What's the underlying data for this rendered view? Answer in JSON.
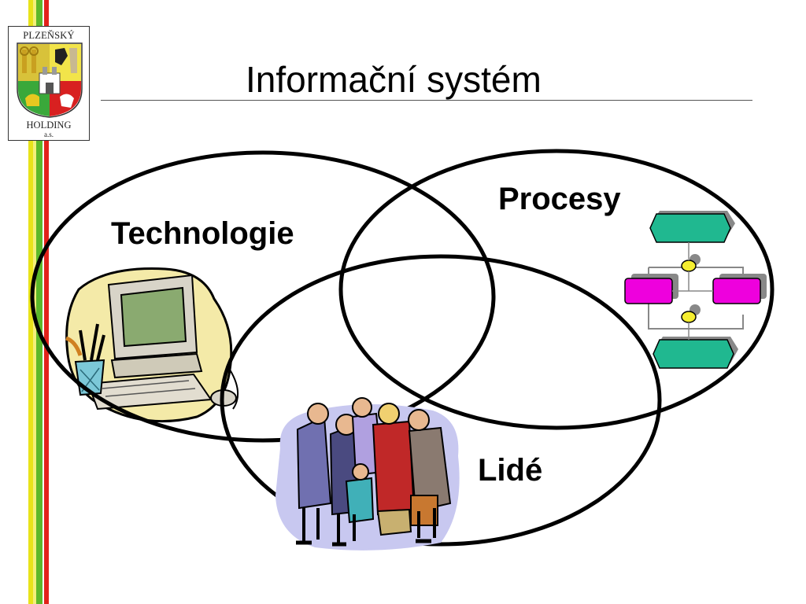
{
  "slide": {
    "title": "Informační systém"
  },
  "logo": {
    "top_text": "PLZEŇSKÝ",
    "bottom_text": "HOLDING",
    "sub_text": "a.s."
  },
  "diagram": {
    "sets": [
      {
        "label": "Technologie"
      },
      {
        "label": "Procesy"
      },
      {
        "label": "Lidé"
      }
    ]
  },
  "colors": {
    "stripe_yellow": "#e8e31a",
    "stripe_green": "#5cb82a",
    "stripe_red": "#e2221a",
    "process_box_green": "#20b890",
    "process_box_magenta": "#ee00dd",
    "connector_yellow": "#f5ee30"
  }
}
